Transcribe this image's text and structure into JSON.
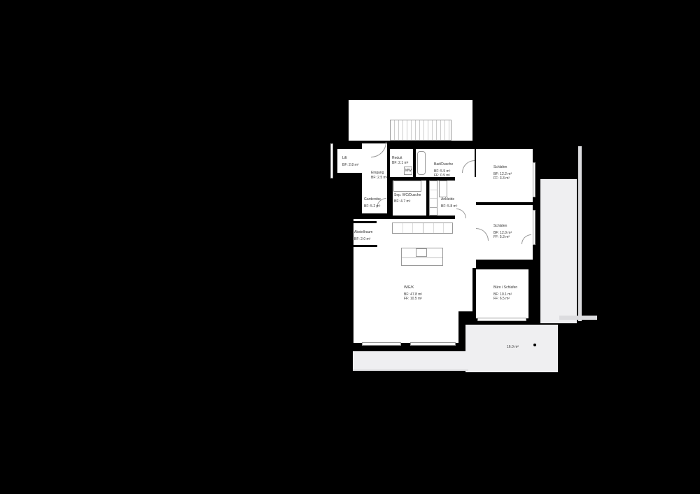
{
  "plan": {
    "background": "#000000",
    "floor_color": "#ffffff",
    "terrace_color": "#efeff1",
    "rooms": [
      {
        "id": "lift",
        "name": "Lift",
        "bf": "BF:  2.8 m²"
      },
      {
        "id": "eingang",
        "name": "Eingang",
        "bf": "BF:  2.5 m²"
      },
      {
        "id": "reduit",
        "name": "Reduit",
        "bf": "BF:  2.1 m²",
        "extra": "MW"
      },
      {
        "id": "bad",
        "name": "Bad/Dusche",
        "bf": "BF:  5.5 m²",
        "ff": "FF:  0.9 m²"
      },
      {
        "id": "schlafen1",
        "name": "Schlafen",
        "bf": "BF:  12.2 m²",
        "ff": "FF:  3.3 m²"
      },
      {
        "id": "garderobe",
        "name": "Garderobe",
        "bf": "BF:  5.2 m²"
      },
      {
        "id": "sepwc",
        "name": "Sep. WC/Dusche",
        "bf": "BF:  4.7 m²"
      },
      {
        "id": "ankleide",
        "name": "Ankleide",
        "bf": "BF:  5.8 m²"
      },
      {
        "id": "abstellraum",
        "name": "Abstellraum",
        "bf": "BF:  2.0 m²"
      },
      {
        "id": "schlafen2",
        "name": "Schlafen",
        "bf": "BF:  12.0 m²",
        "ff": "FF:  5.3 m²"
      },
      {
        "id": "wek",
        "name": "W/E/K",
        "bf": "BF:  47.8 m²",
        "ff": "FF:  10.5 m²"
      },
      {
        "id": "buero",
        "name": "Büro / Schlafen",
        "bf": "BF:  10.1 m²",
        "ff": "FF:  6.5 m²"
      }
    ],
    "terrace": {
      "area": "16.0 m²"
    }
  }
}
